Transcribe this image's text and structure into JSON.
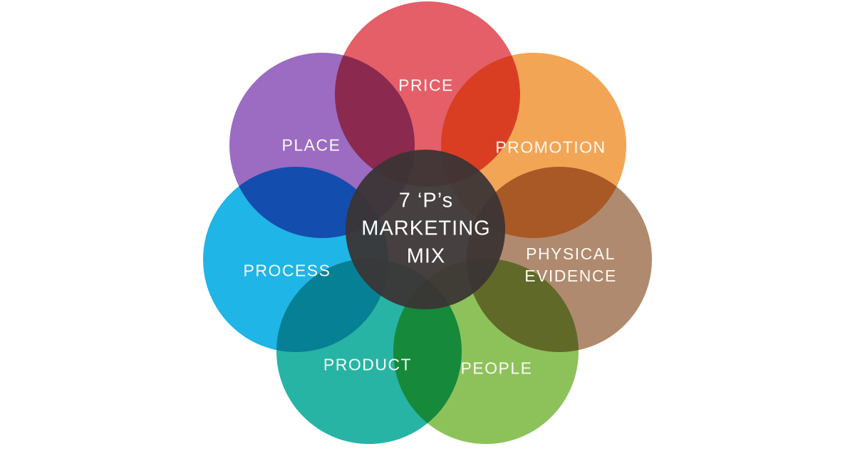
{
  "diagram": {
    "title": "7 Ps Marketing Mix diagram",
    "background": "#ffffff",
    "label_color": "#fbfaf4",
    "center": {
      "lines": [
        "7 ‘P’s",
        "MARKETING",
        "MIX"
      ],
      "color": "rgba(58,52,52,0.94)",
      "text_color": "#ffffff"
    },
    "petals": [
      {
        "id": "price",
        "label": "PRICE",
        "color": "#e45f68"
      },
      {
        "id": "promotion",
        "label": "PROMOTION",
        "color": "#f3a556"
      },
      {
        "id": "physical-evidence",
        "label": "PHYSICAL EVIDENCE",
        "label_lines": [
          "PHYSICAL",
          "EVIDENCE"
        ],
        "color": "#b08a6f"
      },
      {
        "id": "people",
        "label": "PEOPLE",
        "color": "#8dc25b"
      },
      {
        "id": "product",
        "label": "PRODUCT",
        "color": "#27b4a4"
      },
      {
        "id": "process",
        "label": "PROCESS",
        "color": "#1fb5e6"
      },
      {
        "id": "place",
        "label": "PLACE",
        "color": "#9b6cc1"
      }
    ]
  }
}
